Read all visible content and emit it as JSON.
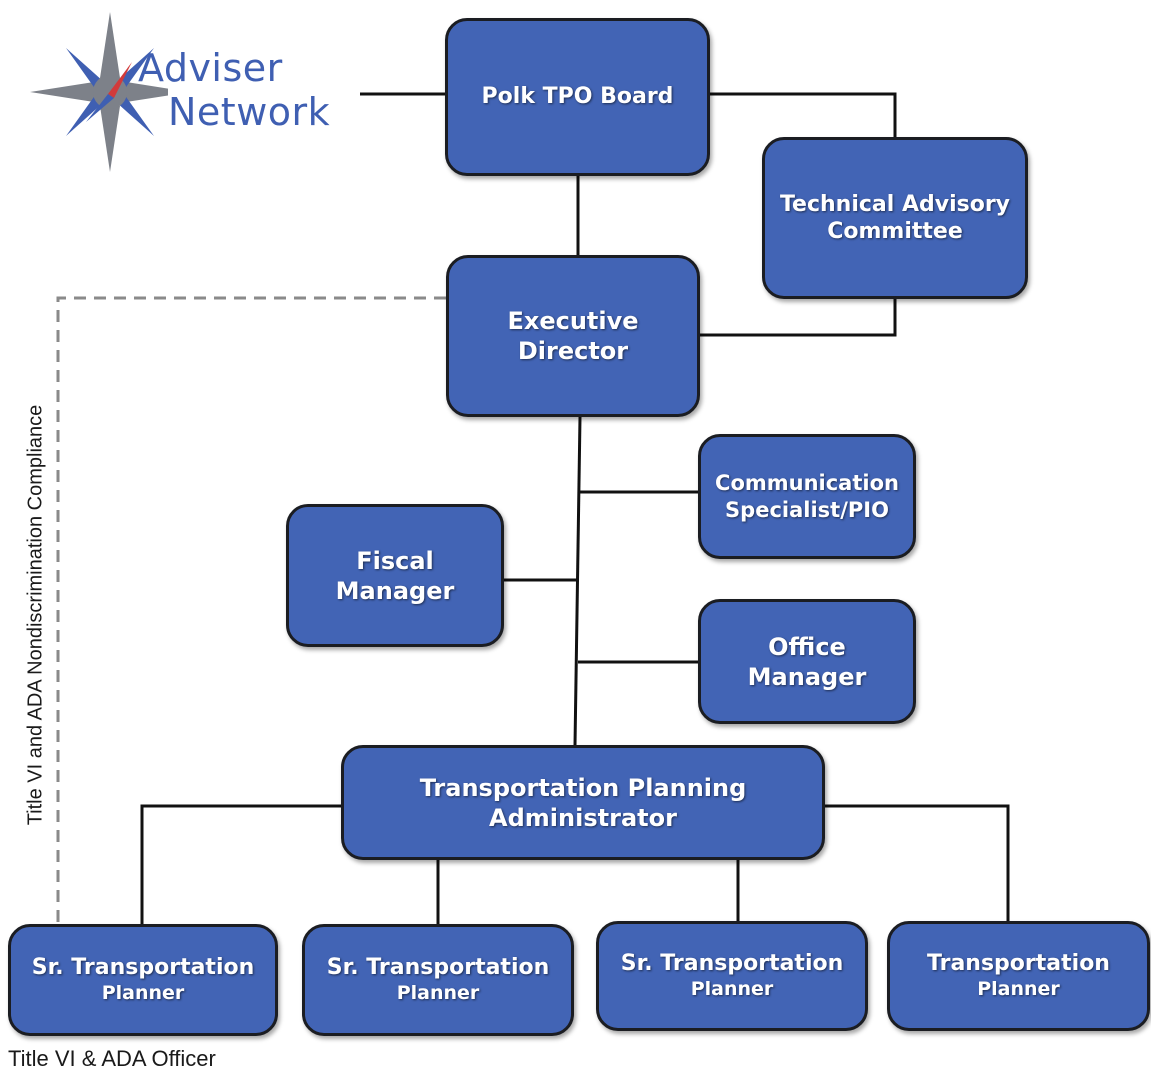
{
  "logo": {
    "line1": "Adviser",
    "line2": "Network"
  },
  "nodes": {
    "board": "Polk TPO Board",
    "tac_line1": "Technical Advisory",
    "tac_line2": "Committee",
    "exec_line1": "Executive",
    "exec_line2": "Director",
    "comm_line1": "Communication",
    "comm_line2": "Specialist/PIO",
    "fiscal_line1": "Fiscal",
    "fiscal_line2": "Manager",
    "office_line1": "Office",
    "office_line2": "Manager",
    "tpa_line1": "Transportation Planning",
    "tpa_line2": "Administrator",
    "planners": [
      {
        "line1": "Sr. Transportation",
        "line2": "Planner"
      },
      {
        "line1": "Sr. Transportation",
        "line2": "Planner"
      },
      {
        "line1": "Sr. Transportation",
        "line2": "Planner"
      },
      {
        "line1": "Transportation",
        "line2": "Planner"
      }
    ]
  },
  "side_label": "Title VI and ADA Nondiscrimination Compliance",
  "officer_label": "Title VI & ADA Officer",
  "colors": {
    "box_fill": "#4264b5",
    "box_border": "#1b1d22",
    "logo_blue": "#3f5fb2",
    "compass_red": "#d23a3a"
  }
}
